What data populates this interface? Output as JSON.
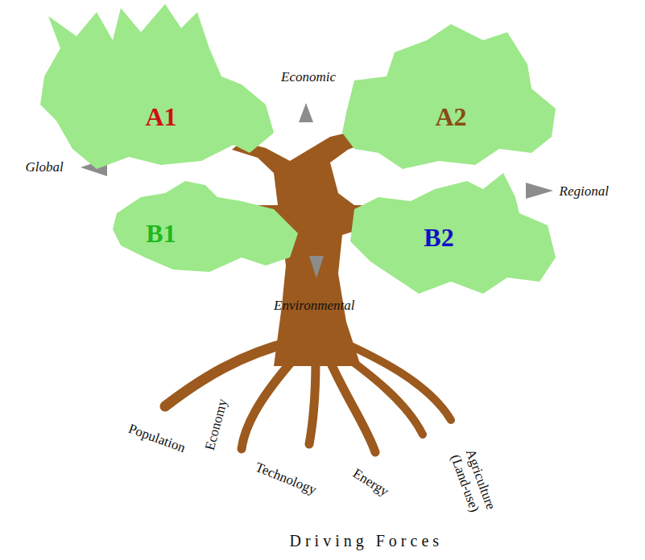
{
  "diagram": {
    "nodes": [
      {
        "text": [
          "A1"
        ]
      },
      {
        "text": [
          "A2"
        ]
      },
      {
        "text": [
          "B1"
        ]
      },
      {
        "text": [
          "B2"
        ]
      }
    ],
    "labels": [
      "Economic",
      "Global",
      "Regional",
      "Environmental",
      "Population",
      "Economy",
      "Technology",
      "Energy",
      "Agriculture (Land-use)",
      "Driving Forces"
    ]
  }
}
